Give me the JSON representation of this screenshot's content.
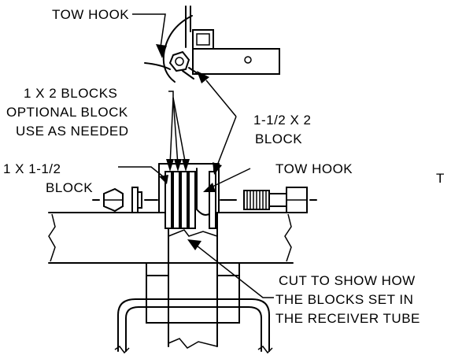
{
  "labels": {
    "tow_hook_top": "TOW HOOK",
    "blocks_1x2": "1 X 2 BLOCKS",
    "optional_block": "OPTIONAL BLOCK",
    "use_as_needed": "USE AS NEEDED",
    "block_1_5x2_line1": "1-1/2 X 2",
    "block_1_5x2_line2": "BLOCK",
    "block_1x1_5_line1": "1 X 1-1/2",
    "block_1x1_5_line2": "BLOCK",
    "tow_hook_mid": "TOW HOOK",
    "cut_line1": "CUT TO SHOW HOW",
    "cut_line2": "THE BLOCKS SET IN",
    "cut_line3": "THE RECEIVER TUBE",
    "edge_letter": "T"
  },
  "colors": {
    "line": "#000000",
    "background": "#ffffff"
  }
}
